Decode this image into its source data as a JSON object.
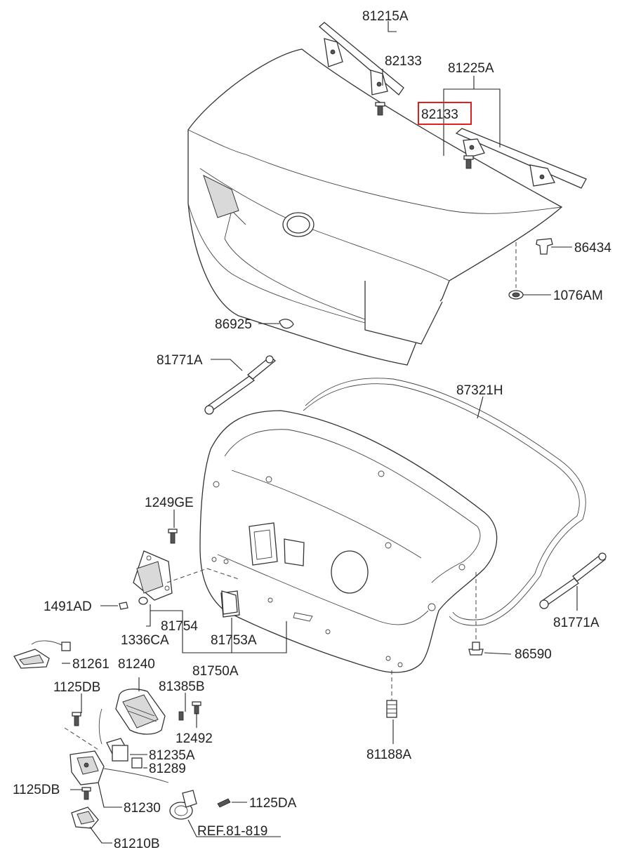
{
  "labels": {
    "l81215A": "81215A",
    "l82133a": "82133",
    "l81225A": "81225A",
    "l82133b": "82133",
    "l86434": "86434",
    "l1076AM": "1076AM",
    "l86925": "86925",
    "l81771Aa": "81771A",
    "l87321H": "87321H",
    "l1249GE": "1249GE",
    "l1491AD": "1491AD",
    "l81754": "81754",
    "l1336CA": "1336CA",
    "l81753A": "81753A",
    "l81771Ab": "81771A",
    "l86590": "86590",
    "l81261": "81261",
    "l81240": "81240",
    "l81750A": "81750A",
    "l1125DBa": "1125DB",
    "l81385B": "81385B",
    "l12492": "12492",
    "l81235A": "81235A",
    "l81289": "81289",
    "l81188A": "81188A",
    "l1125DBb": "1125DB",
    "l81230": "81230",
    "l1125DA": "1125DA",
    "lREF": "REF.81-819",
    "l81210B": "81210B"
  },
  "highlight_color": "#e02020"
}
